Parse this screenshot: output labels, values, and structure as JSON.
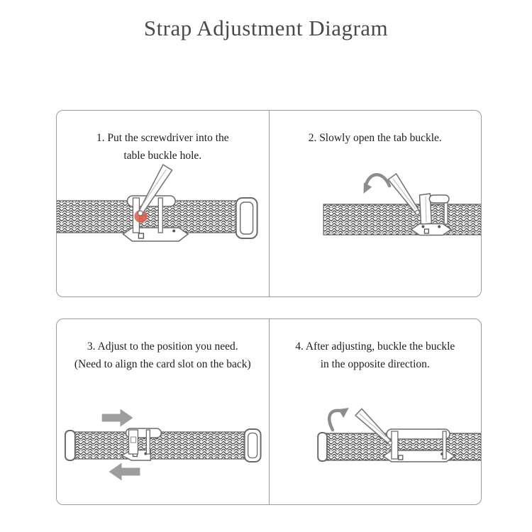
{
  "title": "Strap Adjustment Diagram",
  "colors": {
    "panel_border": "#9b9b9b",
    "mesh_stroke": "#4a4a4a",
    "red_dot": "#e25749",
    "solid_arrow_gray": "#9d9d9d",
    "curved_arrow_gray": "#8d8d8d"
  },
  "steps": [
    {
      "number": "1",
      "lines": [
        "1. Put the screwdriver into the",
        "table buckle hole."
      ],
      "illustration": "mesh-strap-buckle-with-screwdriver-in-red-marked-hole"
    },
    {
      "number": "2",
      "lines": [
        "2. Slowly open the tab buckle."
      ],
      "illustration": "mesh-strap-tab-buckle-opening-with-screwdriver-and-curved-arrow"
    },
    {
      "number": "3",
      "lines": [
        "3. Adjust to the position you need.",
        "(Need to align the card slot on the back)"
      ],
      "illustration": "mesh-strap-open-buckle-with-left-right-slide-arrows"
    },
    {
      "number": "4",
      "lines": [
        "4. After adjusting, buckle the buckle",
        "in the opposite direction."
      ],
      "illustration": "mesh-strap-buckle-closing-with-screwdriver-and-curved-arrow"
    }
  ]
}
